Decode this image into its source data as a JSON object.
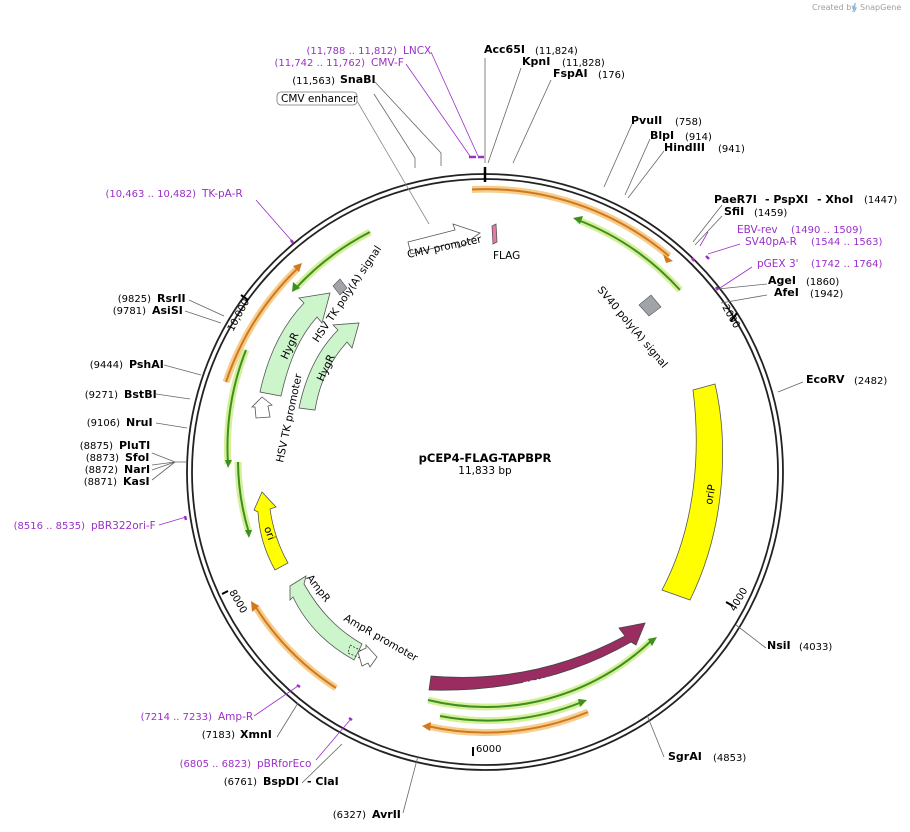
{
  "watermark": {
    "created_by": "Created by",
    "brand": "SnapGene"
  },
  "plasmid": {
    "name": "pCEP4-FLAG-TAPBPR",
    "size": "11,833 bp"
  },
  "ticks": [
    "2000",
    "4000",
    "6000",
    "8000",
    "10,000"
  ],
  "sites": [
    {
      "name": "Acc65I",
      "pos": "(11,824)"
    },
    {
      "name": "KpnI",
      "pos": "(11,828)"
    },
    {
      "name": "FspAI",
      "pos": "(176)"
    },
    {
      "name": "SnaBI",
      "pos": "(11,563)"
    },
    {
      "name": "PvuII",
      "pos": "(758)"
    },
    {
      "name": "BlpI",
      "pos": "(914)"
    },
    {
      "name": "HindIII",
      "pos": "(941)"
    },
    {
      "name": "PaeR7I",
      "pos": "(1447)"
    },
    {
      "name": "- PspXI",
      "pos": ""
    },
    {
      "name": "- XhoI",
      "pos": ""
    },
    {
      "name": "SfiI",
      "pos": "(1459)"
    },
    {
      "name": "AgeI",
      "pos": "(1860)"
    },
    {
      "name": "AfeI",
      "pos": "(1942)"
    },
    {
      "name": "EcoRV",
      "pos": "(2482)"
    },
    {
      "name": "NsiI",
      "pos": "(4033)"
    },
    {
      "name": "SgrAI",
      "pos": "(4853)"
    },
    {
      "name": "AvrII",
      "pos": "(6327)"
    },
    {
      "name": "BspDI",
      "pos": "(6761)"
    },
    {
      "name": "- ClaI",
      "pos": ""
    },
    {
      "name": "XmnI",
      "pos": "(7183)"
    },
    {
      "name": "PluTI",
      "pos": "(8875)"
    },
    {
      "name": "SfoI",
      "pos": "(8873)"
    },
    {
      "name": "NarI",
      "pos": "(8872)"
    },
    {
      "name": "KasI",
      "pos": "(8871)"
    },
    {
      "name": "NruI",
      "pos": "(9106)"
    },
    {
      "name": "BstBI",
      "pos": "(9271)"
    },
    {
      "name": "PshAI",
      "pos": "(9444)"
    },
    {
      "name": "RsrII",
      "pos": "(9825)"
    },
    {
      "name": "AsiSI",
      "pos": "(9781)"
    }
  ],
  "primers": [
    {
      "name": "LNCX",
      "range": "(11,788 .. 11,812)"
    },
    {
      "name": "CMV-F",
      "range": "(11,742 .. 11,762)"
    },
    {
      "name": "EBV-rev",
      "range": "(1490 .. 1509)"
    },
    {
      "name": "SV40pA-R",
      "range": "(1544 .. 1563)"
    },
    {
      "name": "pGEX 3'",
      "range": "(1742 .. 1764)"
    },
    {
      "name": "TK-pA-R",
      "range": "(10,463 .. 10,482)"
    },
    {
      "name": "pBR322ori-F",
      "range": "(8516 .. 8535)"
    },
    {
      "name": "Amp-R",
      "range": "(7214 .. 7233)"
    },
    {
      "name": "pBRforEco",
      "range": "(6805 .. 6823)"
    }
  ],
  "features": {
    "cmv_enhancer": "CMV enhancer",
    "cmv_promoter": "CMV promoter",
    "flag": "FLAG",
    "sv40_polya": "SV40 poly(A) signal",
    "hsv_tk_polya": "HSV TK poly(A) signal",
    "hygr_outer": "HygR",
    "hygr_inner": "HygR",
    "hsv_tk_promoter": "HSV TK promoter",
    "orip": "oriP",
    "ebna1": "EBNA1",
    "ori": "ori",
    "ampr": "AmpR",
    "ampr_promoter": "AmpR promoter"
  },
  "colors": {
    "primer": "#9b2fc9",
    "orange_feature": "#d2781e",
    "orange_halo": "#f5cd8c",
    "green_feature": "#3f8f1e",
    "green_halo": "#d4f09a",
    "light_green_fill": "#ccf5cc",
    "orip_yellow": "#ffff00",
    "ebna1_purple": "#9b2c62",
    "grey_box": "#a0a4a8"
  }
}
